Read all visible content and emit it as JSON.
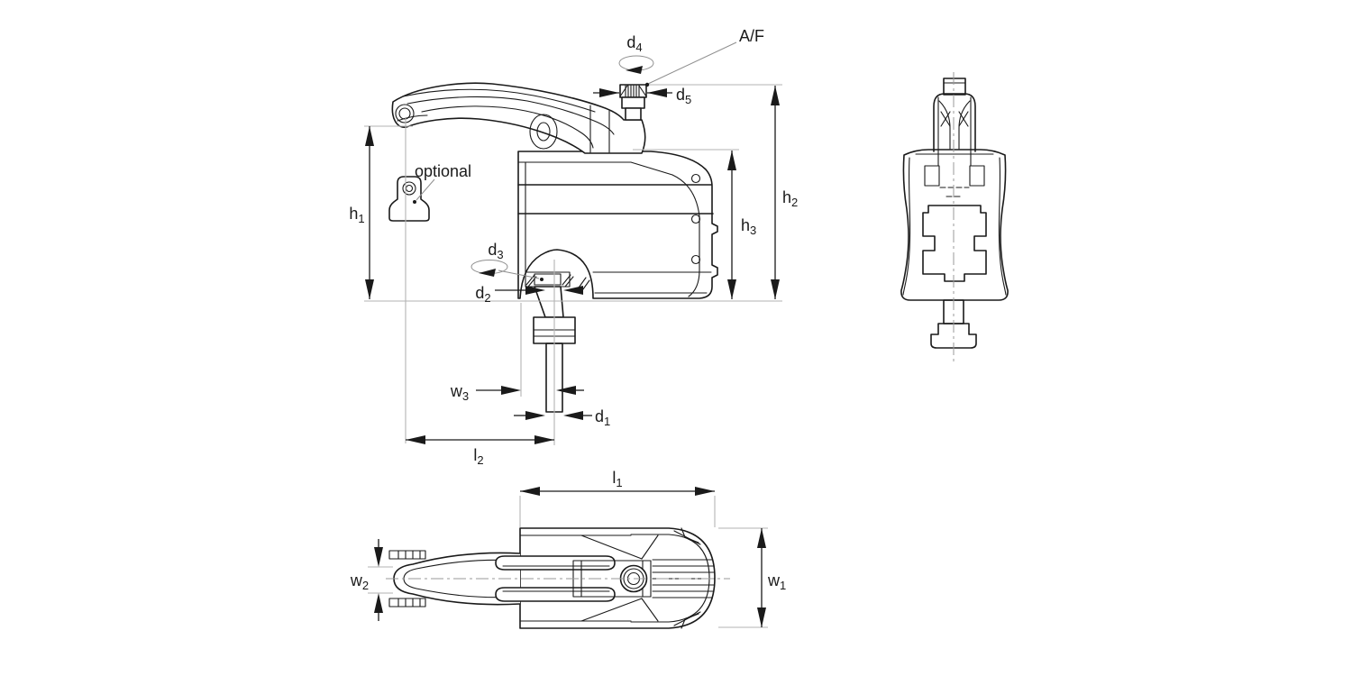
{
  "drawing": {
    "colors": {
      "line": "#1a1a1a",
      "extension": "#b3b3b3",
      "centerline": "#9a9a9a",
      "background": "#ffffff"
    },
    "labels": {
      "d1": {
        "base": "d",
        "sub": "1"
      },
      "d2": {
        "base": "d",
        "sub": "2"
      },
      "d3": {
        "base": "d",
        "sub": "3"
      },
      "d4": {
        "base": "d",
        "sub": "4"
      },
      "d5": {
        "base": "d",
        "sub": "5"
      },
      "h1": {
        "base": "h",
        "sub": "1"
      },
      "h2": {
        "base": "h",
        "sub": "2"
      },
      "h3": {
        "base": "h",
        "sub": "3"
      },
      "l1": {
        "base": "l",
        "sub": "1"
      },
      "l2": {
        "base": "l",
        "sub": "2"
      },
      "w1": {
        "base": "w",
        "sub": "1"
      },
      "w2": {
        "base": "w",
        "sub": "2"
      },
      "w3": {
        "base": "w",
        "sub": "3"
      },
      "af": {
        "text": "A/F"
      },
      "optional": {
        "text": "optional"
      }
    }
  }
}
